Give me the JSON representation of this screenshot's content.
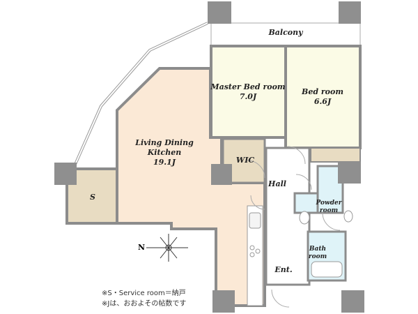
{
  "rooms": {
    "balcony": {
      "name": "Balcony"
    },
    "master_bed": {
      "name": "Master Bed room",
      "size": "7.0J"
    },
    "bed": {
      "name": "Bed room",
      "size": "6.6J"
    },
    "ldk": {
      "name_line1": "Living Dining",
      "name_line2": "Kitchen",
      "size": "19.1J"
    },
    "wic": {
      "name": "WIC"
    },
    "service": {
      "name": "S"
    },
    "hall": {
      "name": "Hall"
    },
    "powder": {
      "name_line1": "Powder",
      "name_line2": "room"
    },
    "bath": {
      "name_line1": "Bath",
      "name_line2": "room"
    },
    "entrance": {
      "name": "Ent."
    }
  },
  "compass": {
    "label": "N"
  },
  "notes": [
    "※S・Service room＝納戸",
    "※Jは、おおよその帖数です"
  ],
  "colors": {
    "bedroom": "#fbfbe6",
    "ldk": "#fbe9d6",
    "storage": "#e8dcc2",
    "wet": "#dff3f8",
    "wall": "#8c8c8c",
    "pillar": "#8f8f8f"
  }
}
